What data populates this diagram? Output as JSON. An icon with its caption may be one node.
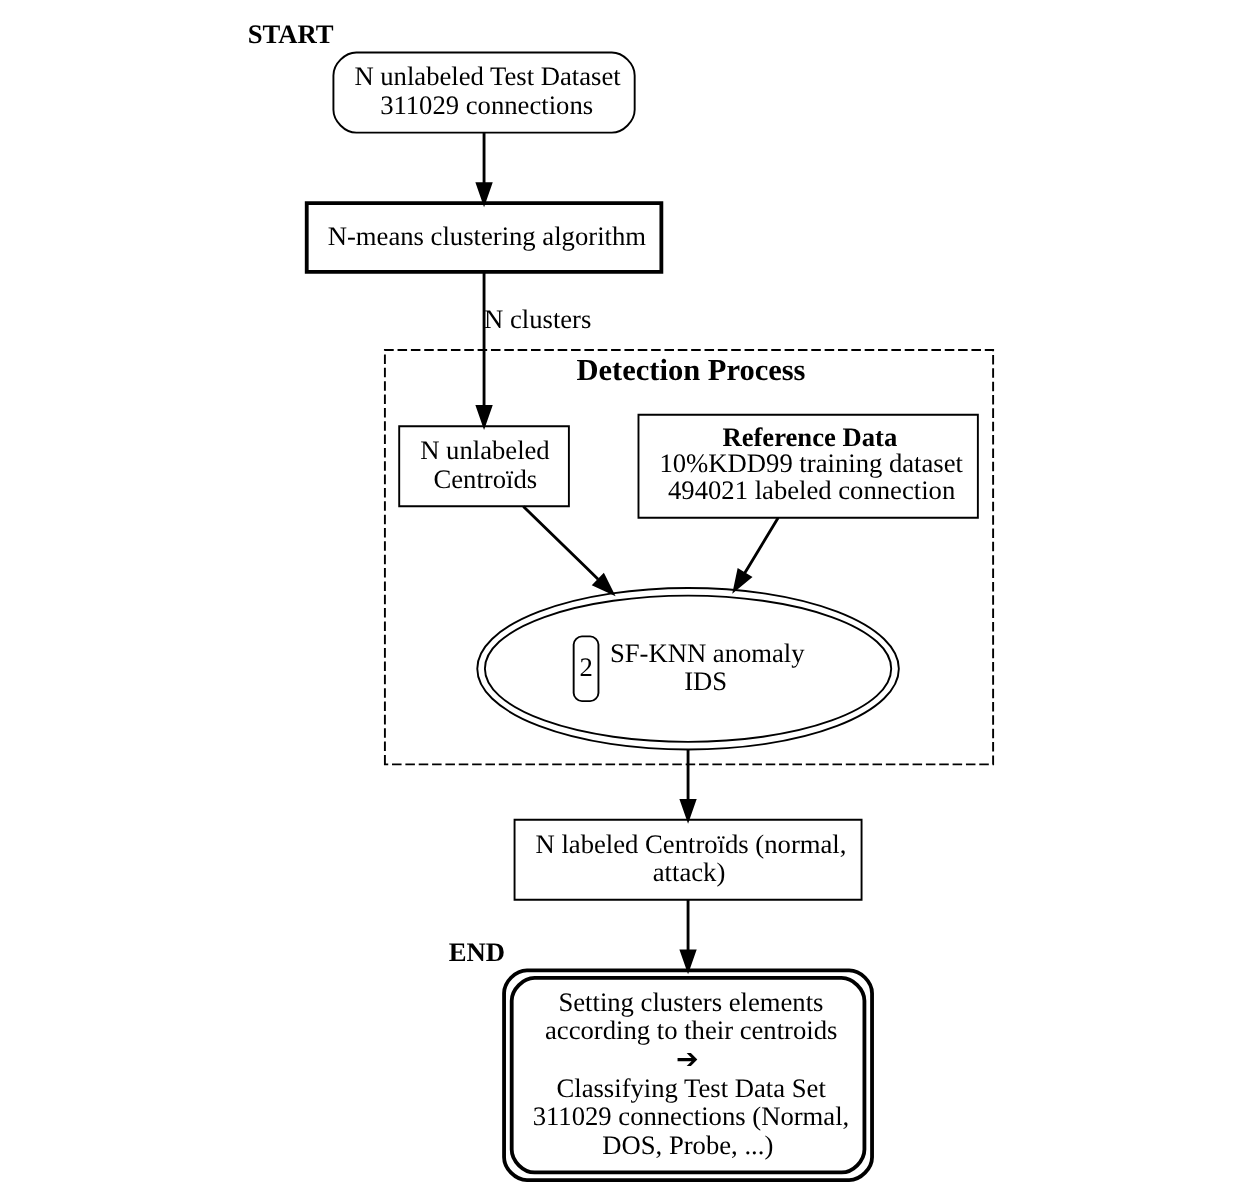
{
  "diagram": {
    "nodes": [
      {
        "text": [
          "N unlabeled Test Dataset 311029 connections"
        ],
        "beside": [
          "START"
        ]
      },
      {
        "text": [
          "N-means clustering algorithm"
        ]
      },
      {
        "text": [
          "Detection Process"
        ]
      },
      {
        "text": [
          "Reference Data",
          "10%KDD99 training dataset 494021 labeled connection"
        ],
        "in": 2
      },
      {
        "text": [
          "N unlabeled Centroïds"
        ],
        "in": 2
      },
      {
        "text": [
          "2",
          "SF-KNN anomaly IDS"
        ],
        "in": 2
      },
      {
        "text": [
          "N labeled Centroïds (normal, attack)"
        ]
      },
      {
        "text": [
          "Setting clusters elements according to their centroids",
          "➔",
          "Classifying Test Data Set 311029 connections (Normal, DOS, Probe, ...)"
        ],
        "beside": [
          "END"
        ]
      }
    ],
    "edges": [
      {
        "from": 0,
        "to": 1,
        "arrow": "to"
      },
      {
        "from": 1,
        "to": 4,
        "arrow": "to",
        "label": "N clusters"
      },
      {
        "from": 3,
        "to": 5,
        "arrow": "to"
      },
      {
        "from": 4,
        "to": 5,
        "arrow": "to"
      },
      {
        "from": 5,
        "to": 6,
        "arrow": "to"
      },
      {
        "from": 6,
        "to": 7,
        "arrow": "to"
      }
    ]
  }
}
